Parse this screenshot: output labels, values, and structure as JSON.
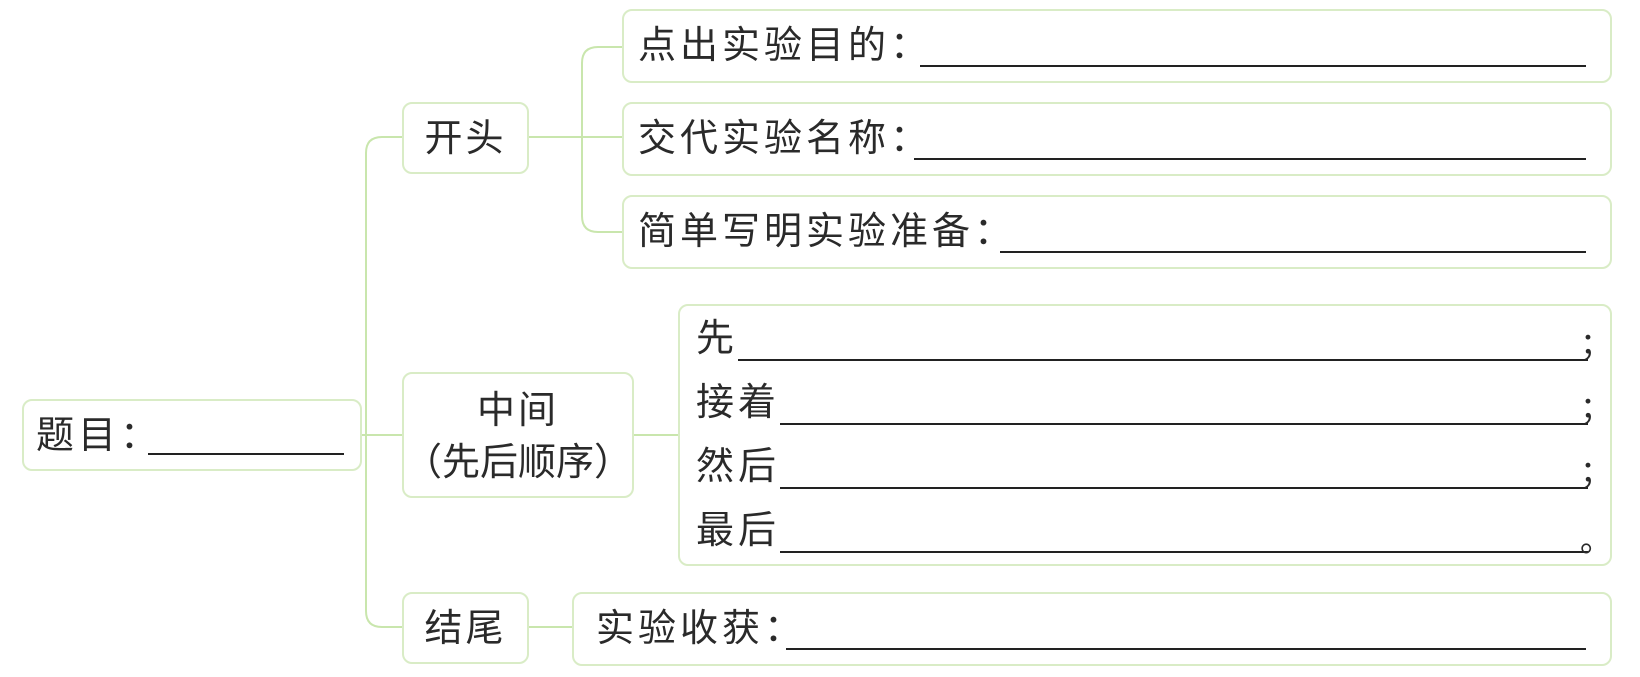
{
  "root": {
    "label": "题目："
  },
  "opening": {
    "label": "开头",
    "items": [
      {
        "label": "点出实验目的："
      },
      {
        "label": "交代实验名称："
      },
      {
        "label": "简单写明实验准备："
      }
    ]
  },
  "middle": {
    "label_line1": "中间",
    "label_line2": "（先后顺序）",
    "steps": [
      {
        "label": "先",
        "end": "；"
      },
      {
        "label": "接着",
        "end": "；"
      },
      {
        "label": "然后",
        "end": "；"
      },
      {
        "label": "最后",
        "end": "。"
      }
    ]
  },
  "ending": {
    "label": "结尾",
    "items": [
      {
        "label": "实验收获："
      }
    ]
  }
}
